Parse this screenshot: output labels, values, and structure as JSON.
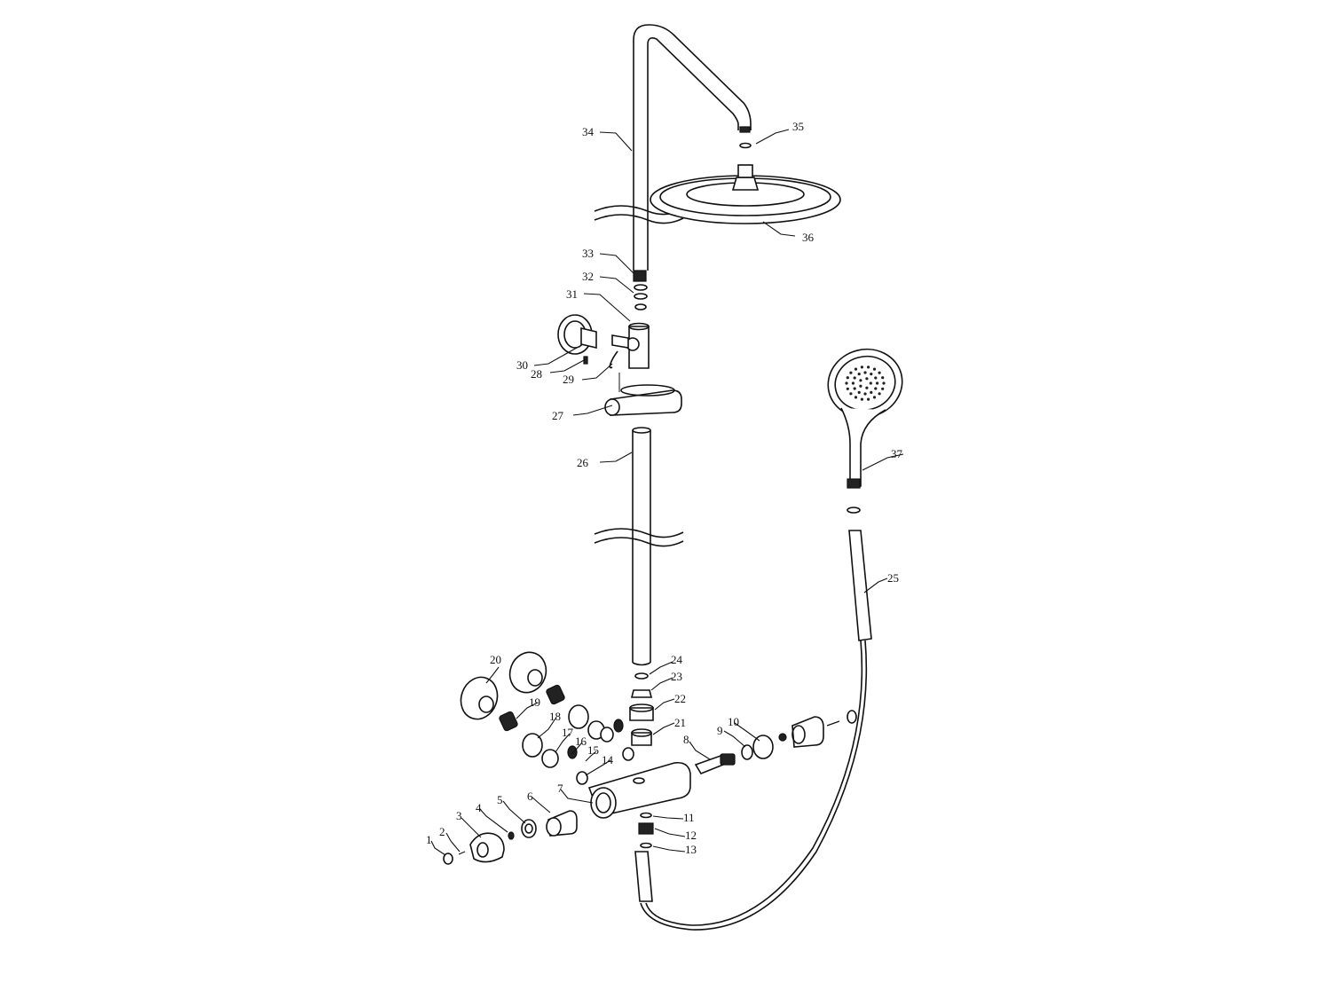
{
  "diagram": {
    "callouts": [
      {
        "key": "c31a",
        "text": "34"
      },
      {
        "key": "c35",
        "text": "35"
      },
      {
        "key": "c36",
        "text": "36"
      },
      {
        "key": "c33",
        "text": "33"
      },
      {
        "key": "c32",
        "text": "32"
      },
      {
        "key": "c31",
        "text": "31"
      },
      {
        "key": "c30",
        "text": "30"
      },
      {
        "key": "c28",
        "text": "28"
      },
      {
        "key": "c29",
        "text": "29"
      },
      {
        "key": "c27",
        "text": "27"
      },
      {
        "key": "c26",
        "text": "26"
      },
      {
        "key": "c37",
        "text": "37"
      },
      {
        "key": "c25",
        "text": "25"
      },
      {
        "key": "c24",
        "text": "24"
      },
      {
        "key": "c23",
        "text": "23"
      },
      {
        "key": "c22",
        "text": "22"
      },
      {
        "key": "c21",
        "text": "21"
      },
      {
        "key": "c20",
        "text": "20"
      },
      {
        "key": "c19",
        "text": "19"
      },
      {
        "key": "c18",
        "text": "18"
      },
      {
        "key": "c17",
        "text": "17"
      },
      {
        "key": "c16",
        "text": "16"
      },
      {
        "key": "c15",
        "text": "15"
      },
      {
        "key": "c14",
        "text": "14"
      },
      {
        "key": "c10",
        "text": "10"
      },
      {
        "key": "c9",
        "text": "9"
      },
      {
        "key": "c8",
        "text": "8"
      },
      {
        "key": "c7",
        "text": "7"
      },
      {
        "key": "c6",
        "text": "6"
      },
      {
        "key": "c5",
        "text": "5"
      },
      {
        "key": "c4",
        "text": "4"
      },
      {
        "key": "c3",
        "text": "3"
      },
      {
        "key": "c2",
        "text": "2"
      },
      {
        "key": "c1",
        "text": "1"
      },
      {
        "key": "c11",
        "text": "11"
      },
      {
        "key": "c12",
        "text": "12"
      },
      {
        "key": "c13",
        "text": "13"
      }
    ]
  }
}
